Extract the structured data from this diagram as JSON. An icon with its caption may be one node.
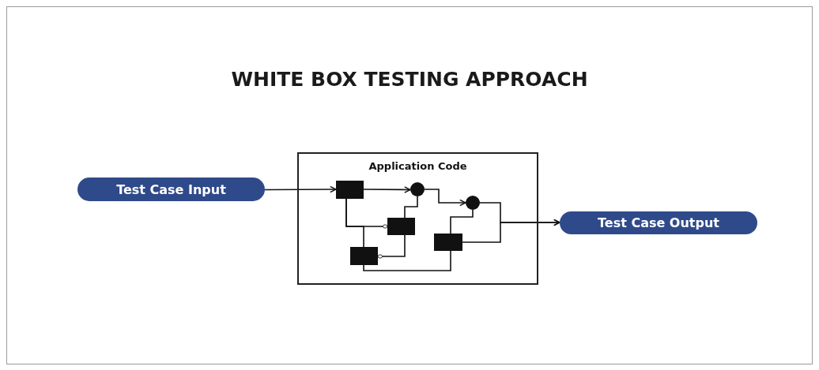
{
  "diagram": {
    "title": "WHITE BOX TESTING APPROACH",
    "nodes": [
      {
        "text": [
          "Test Case Input"
        ]
      },
      {
        "text": [
          "Application Code"
        ]
      },
      {
        "text": [],
        "shape": "box",
        "in": 1
      },
      {
        "text": [],
        "shape": "circle",
        "in": 1
      },
      {
        "text": [],
        "shape": "box",
        "in": 1
      },
      {
        "text": [],
        "shape": "box",
        "in": 1
      },
      {
        "text": [],
        "shape": "circle",
        "in": 1
      },
      {
        "text": [],
        "shape": "box",
        "in": 1
      },
      {
        "text": [
          "Test Case Output"
        ]
      }
    ],
    "edges": [
      {
        "from": 0,
        "to": 2,
        "arrow": "to"
      },
      {
        "from": 2,
        "to": 3,
        "arrow": "to"
      },
      {
        "from": 2,
        "to": 4,
        "arrow": "other"
      },
      {
        "from": 2,
        "to": 5,
        "arrow": "none"
      },
      {
        "from": 4,
        "to": 5,
        "arrow": "other"
      },
      {
        "from": 4,
        "to": 3,
        "arrow": "none"
      },
      {
        "from": 3,
        "to": 6,
        "arrow": "to"
      },
      {
        "from": 5,
        "to": 7,
        "arrow": "none"
      },
      {
        "from": 7,
        "to": 6,
        "arrow": "none"
      },
      {
        "from": 6,
        "to": 8,
        "arrow": "to"
      },
      {
        "from": 7,
        "to": 8,
        "arrow": "to"
      }
    ]
  }
}
